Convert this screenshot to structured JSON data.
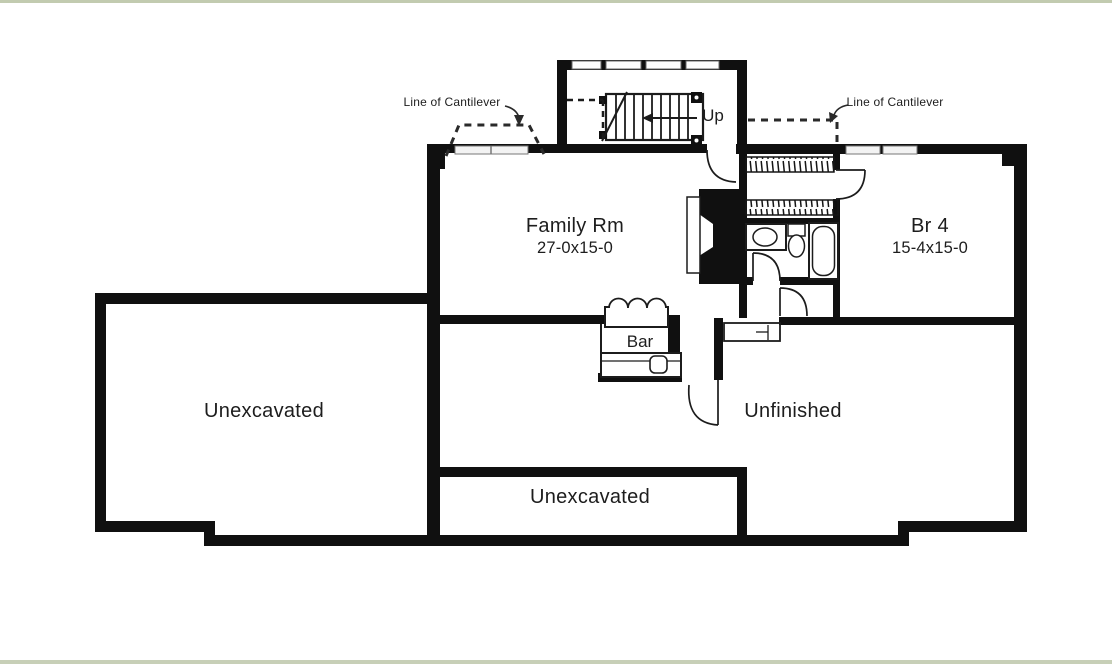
{
  "colors": {
    "background": "#ffffff",
    "wall": "#101010",
    "ink": "#1c1c1c",
    "window_pane": "#f3f3f3",
    "scan_edge_tint": "#8fa070"
  },
  "plan": {
    "labels": {
      "family_room": {
        "name": "Family Rm",
        "dimensions": "27-0x15-0"
      },
      "bedroom_4": {
        "name": "Br 4",
        "dimensions": "15-4x15-0"
      },
      "bar": "Bar",
      "unexcavated_left": "Unexcavated",
      "unexcavated_bottom": "Unexcavated",
      "unfinished": "Unfinished",
      "stairs_up": "Up",
      "cantilever_left": "Line of Cantilever",
      "cantilever_right": "Line of Cantilever"
    }
  }
}
